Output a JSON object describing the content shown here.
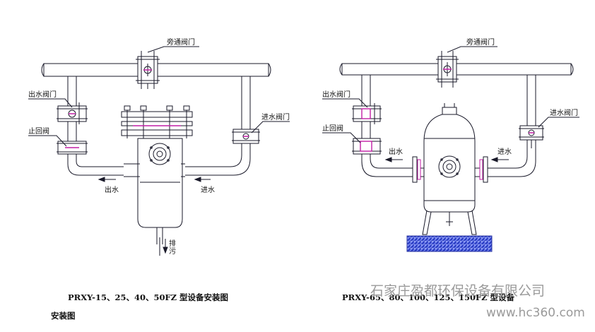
{
  "left_diagram": {
    "labels": {
      "bypass_valve": "旁通阀门",
      "outlet_valve": "出水阀门",
      "check_valve": "止回阀",
      "inlet_valve": "进水阀门",
      "outlet": "出水",
      "inlet": "进水",
      "drain_1": "排",
      "drain_2": "污"
    },
    "caption_line1": "PRXY-15、25、40、50FZ 型设备安装图",
    "caption_line2": "安装图"
  },
  "right_diagram": {
    "labels": {
      "bypass_valve": "旁通阀门",
      "outlet_valve": "出水阀门",
      "check_valve": "止回阀",
      "inlet_valve": "进水阀门",
      "outlet": "出水",
      "inlet": "进水"
    },
    "caption": "PRXY-65、80、100、125、150FZ 型设备"
  },
  "watermark": {
    "company": "石家庄盈都环保设备有限公司",
    "url": "www.hc360.com"
  },
  "colors": {
    "line": "#1a1a2a",
    "magenta": "#c21ea6",
    "base_blue": "#3a46c8",
    "watermark": "#9a9a9a"
  }
}
